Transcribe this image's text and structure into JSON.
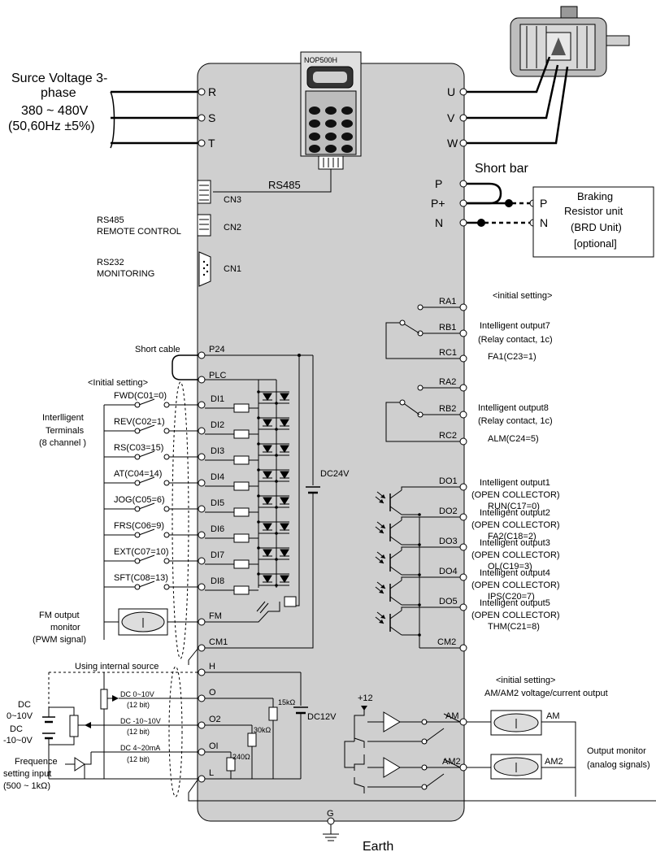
{
  "supply": {
    "line1": "Surce Voltage 3-",
    "line2": "phase",
    "line3": "380 ~ 480V",
    "line4": "(50,60Hz ±5%)"
  },
  "keypad": {
    "model": "NOP500H"
  },
  "rs485_label": "RS485",
  "connectors": {
    "cn3": "CN3",
    "cn2": "CN2",
    "cn1": "CN1",
    "cn2_desc1": "RS485",
    "cn2_desc2": "REMOTE CONTROL",
    "cn1_desc1": "RS232",
    "cn1_desc2": "MONITORING"
  },
  "main_terms": {
    "r": "R",
    "s": "S",
    "t": "T",
    "u": "U",
    "v": "V",
    "w": "W",
    "p": "P",
    "pp": "P+",
    "n": "N"
  },
  "short_bar": "Short bar",
  "brd": {
    "line1": "Braking",
    "line2": "Resistor unit",
    "line3": "(BRD Unit)",
    "line4": "[optional]",
    "p": "P",
    "n": "N"
  },
  "relays": {
    "init": "<initial setting>",
    "ra1": "RA1",
    "rb1": "RB1",
    "rc1": "RC1",
    "out7_1": "Intelligent output7",
    "out7_2": "(Relay contact, 1c)",
    "out7_3": "FA1(C23=1)",
    "ra2": "RA2",
    "rb2": "RB2",
    "rc2": "RC2",
    "out8_1": "Intelligent output8",
    "out8_2": "(Relay contact, 1c)",
    "out8_3": "ALM(C24=5)"
  },
  "inputs": {
    "short_cable": "Short cable",
    "p24": "P24",
    "plc": "PLC",
    "init": "<Initial setting>",
    "group1": "Interlligent",
    "group2": "Terminals",
    "group3": "(8 channel )",
    "items": [
      {
        "setting": "FWD(C01=0)",
        "term": "DI1"
      },
      {
        "setting": "REV(C02=1)",
        "term": "DI2"
      },
      {
        "setting": "RS(C03=15)",
        "term": "DI3"
      },
      {
        "setting": "AT(C04=14)",
        "term": "DI4"
      },
      {
        "setting": "JOG(C05=6)",
        "term": "DI5"
      },
      {
        "setting": "FRS(C06=9)",
        "term": "DI6"
      },
      {
        "setting": "EXT(C07=10)",
        "term": "DI7"
      },
      {
        "setting": "SFT(C08=13)",
        "term": "DI8"
      }
    ],
    "dc24v": "DC24V",
    "fm": "FM",
    "cm1": "CM1",
    "fm_desc1": "FM output",
    "fm_desc2": "monitor",
    "fm_desc3": "(PWM signal)"
  },
  "outputs": {
    "items": [
      {
        "term": "DO1",
        "l1": "Intelligent output1",
        "l2": "(OPEN COLLECTOR)",
        "l3": "RUN(C17=0)"
      },
      {
        "term": "DO2",
        "l1": "Intelligent output2",
        "l2": "(OPEN COLLECTOR)",
        "l3": "FA2(C18=2)"
      },
      {
        "term": "DO3",
        "l1": "Intelligent output3",
        "l2": "(OPEN COLLECTOR)",
        "l3": "OL(C19=3)"
      },
      {
        "term": "DO4",
        "l1": "Intelligent output4",
        "l2": "(OPEN COLLECTOR)",
        "l3": "IPS(C20=7)"
      },
      {
        "term": "DO5",
        "l1": "Intelligent output5",
        "l2": "(OPEN COLLECTOR)",
        "l3": "THM(C21=8)"
      }
    ],
    "cm2": "CM2"
  },
  "analog": {
    "internal": "Using internal source",
    "h": "H",
    "o": "O",
    "o2": "O2",
    "oi": "OI",
    "l": "L",
    "o_sig1": "DC 0~10V",
    "o_sig2": "(12 bit)",
    "o2_sig1": "DC -10~10V",
    "o2_sig2": "(12 bit)",
    "oi_sig1": "DC 4~20mA",
    "oi_sig2": "(12 bit)",
    "r15k": "15kΩ",
    "r30k": "30kΩ",
    "r240": "240Ω",
    "dc12v": "DC12V",
    "dc1": "DC",
    "dc2": "0~10V",
    "dc3": "DC",
    "dc4": "-10~0V",
    "freq1": "Frequence",
    "freq2": "setting input",
    "freq3": "(500 ~ 1kΩ)"
  },
  "analog_out": {
    "init": "<initial setting>",
    "desc": "AM/AM2 voltage/current output",
    "plus12": "+12",
    "am": "AM",
    "am2": "AM2",
    "am_meter": "AM",
    "am2_meter": "AM2",
    "monitor1": "Output monitor",
    "monitor2": "(analog signals)"
  },
  "ground": {
    "g": "G",
    "earth": "Earth"
  }
}
